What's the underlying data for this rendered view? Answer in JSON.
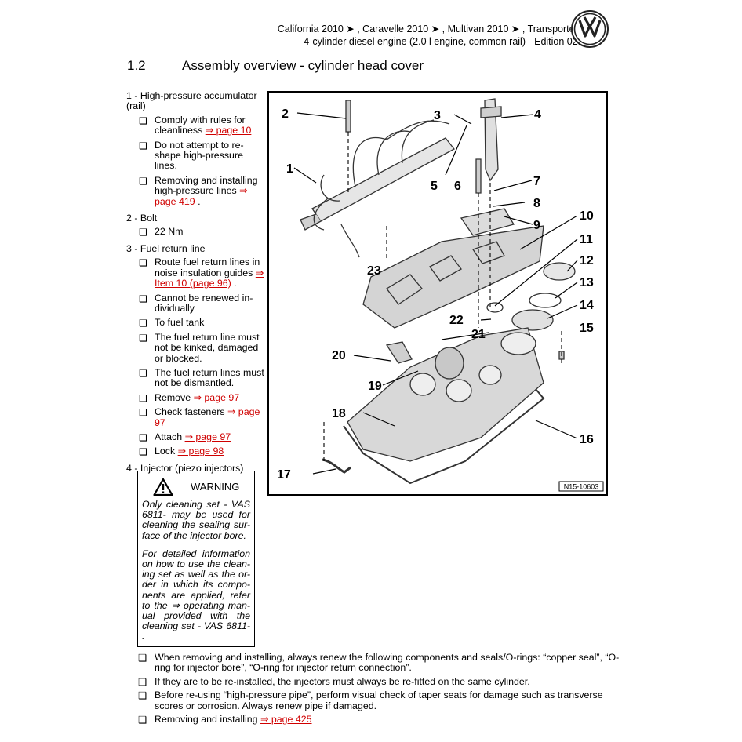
{
  "header": {
    "line1": "California 2010 ➤ , Caravelle 2010 ➤ , Multivan 2010 ➤ , Transporter 20 ...",
    "line2": "4-cylinder diesel engine (2.0 l engine, common rail) - Edition 02.2019"
  },
  "section": {
    "number": "1.2",
    "title": "Assembly overview - cylinder head cover"
  },
  "bullet": "❑",
  "items": [
    {
      "title": "1 - High-pressure accumulator (rail)",
      "subs": [
        {
          "text": "Comply with rules for cleanliness ",
          "link": "⇒ page 10",
          "after": ""
        },
        {
          "text": "Do not attempt to re-shape high-pressure lines.",
          "link": "",
          "after": ""
        },
        {
          "text": "Removing and installing high-pressure lines ",
          "link": "⇒ page 419",
          "after": " ."
        }
      ]
    },
    {
      "title": "2 - Bolt",
      "subs": [
        {
          "text": "22 Nm",
          "link": "",
          "after": ""
        }
      ]
    },
    {
      "title": "3 - Fuel return line",
      "subs": [
        {
          "text": "Route fuel return lines in noise insulation guides ",
          "link": "⇒ Item 10 (page 96)",
          "after": " ."
        },
        {
          "text": "Cannot be renewed in-dividually",
          "link": "",
          "after": ""
        },
        {
          "text": "To fuel tank",
          "link": "",
          "after": ""
        },
        {
          "text": "The fuel return line must not be kinked, damaged or blocked.",
          "link": "",
          "after": ""
        },
        {
          "text": "The fuel return lines must not be dismantled.",
          "link": "",
          "after": ""
        },
        {
          "text": "Remove ",
          "link": "⇒ page 97",
          "after": ""
        },
        {
          "text": "Check fasteners ",
          "link": "⇒ page 97",
          "after": ""
        },
        {
          "text": "Attach ",
          "link": "⇒ page 97",
          "after": ""
        },
        {
          "text": "Lock ",
          "link": "⇒ page 98",
          "after": ""
        }
      ]
    },
    {
      "title": "4 - Injector (piezo injectors)",
      "subs": []
    }
  ],
  "warning": {
    "title": "WARNING",
    "p1": "Only cleaning set - VAS 6811- may be used for cleaning the sealing sur-face of the injector bore.",
    "p2": "For detailed information on how to use the clean-ing set as well as the or-der in which its compo-nents are applied, refer to the ⇒ operating man-ual provided with the cleaning set - VAS 6811- ."
  },
  "figure": {
    "code": "N15-10603",
    "labels": [
      "1",
      "2",
      "3",
      "4",
      "5",
      "6",
      "7",
      "8",
      "9",
      "10",
      "11",
      "12",
      "13",
      "14",
      "15",
      "16",
      "17",
      "18",
      "19",
      "20",
      "21",
      "22",
      "23"
    ]
  },
  "bottom": [
    {
      "text": "When removing and installing, always renew the following components and seals/O-rings: “copper seal”, “O-ring for injector bore”, “O-ring for injector return connection”.",
      "link": ""
    },
    {
      "text": "If they are to be re-installed, the injectors must always be re-fitted on the same cylinder.",
      "link": ""
    },
    {
      "text": "Before re-using “high-pressure pipe”, perform visual check of taper seats for damage such as transverse scores or corrosion. Always renew pipe if damaged.",
      "link": ""
    },
    {
      "text": "Removing and installing ",
      "link": "⇒ page 425"
    }
  ]
}
